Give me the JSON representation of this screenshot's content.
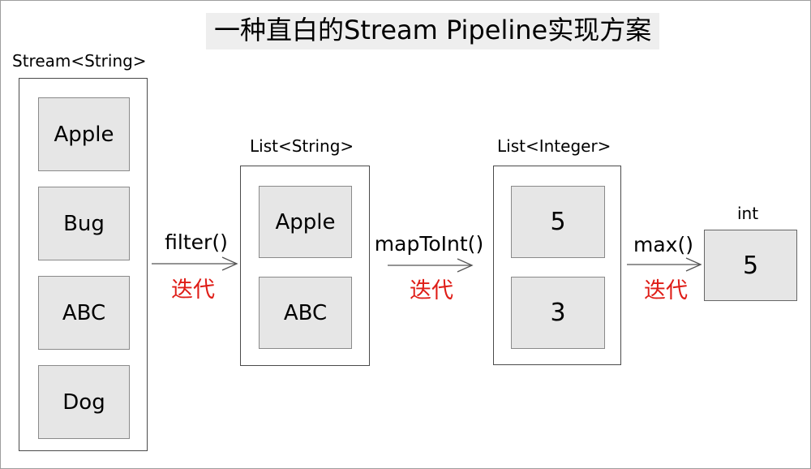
{
  "title": "一种直白的Stream Pipeline实现方案",
  "stages": [
    {
      "label": "Stream<String>",
      "items": [
        "Apple",
        "Bug",
        "ABC",
        "Dog"
      ]
    },
    {
      "label": "List<String>",
      "items": [
        "Apple",
        "ABC"
      ]
    },
    {
      "label": "List<Integer>",
      "items": [
        "5",
        "3"
      ]
    },
    {
      "label": "int",
      "items": [
        "5"
      ]
    }
  ],
  "arrows": [
    {
      "operation": "filter()",
      "annotation": "迭代"
    },
    {
      "operation": "mapToInt()",
      "annotation": "迭代"
    },
    {
      "operation": "max()",
      "annotation": "迭代"
    }
  ],
  "colors": {
    "annotation_red": "#df1d17",
    "box_fill": "#e6e6e6",
    "title_background": "#eeeeee"
  }
}
